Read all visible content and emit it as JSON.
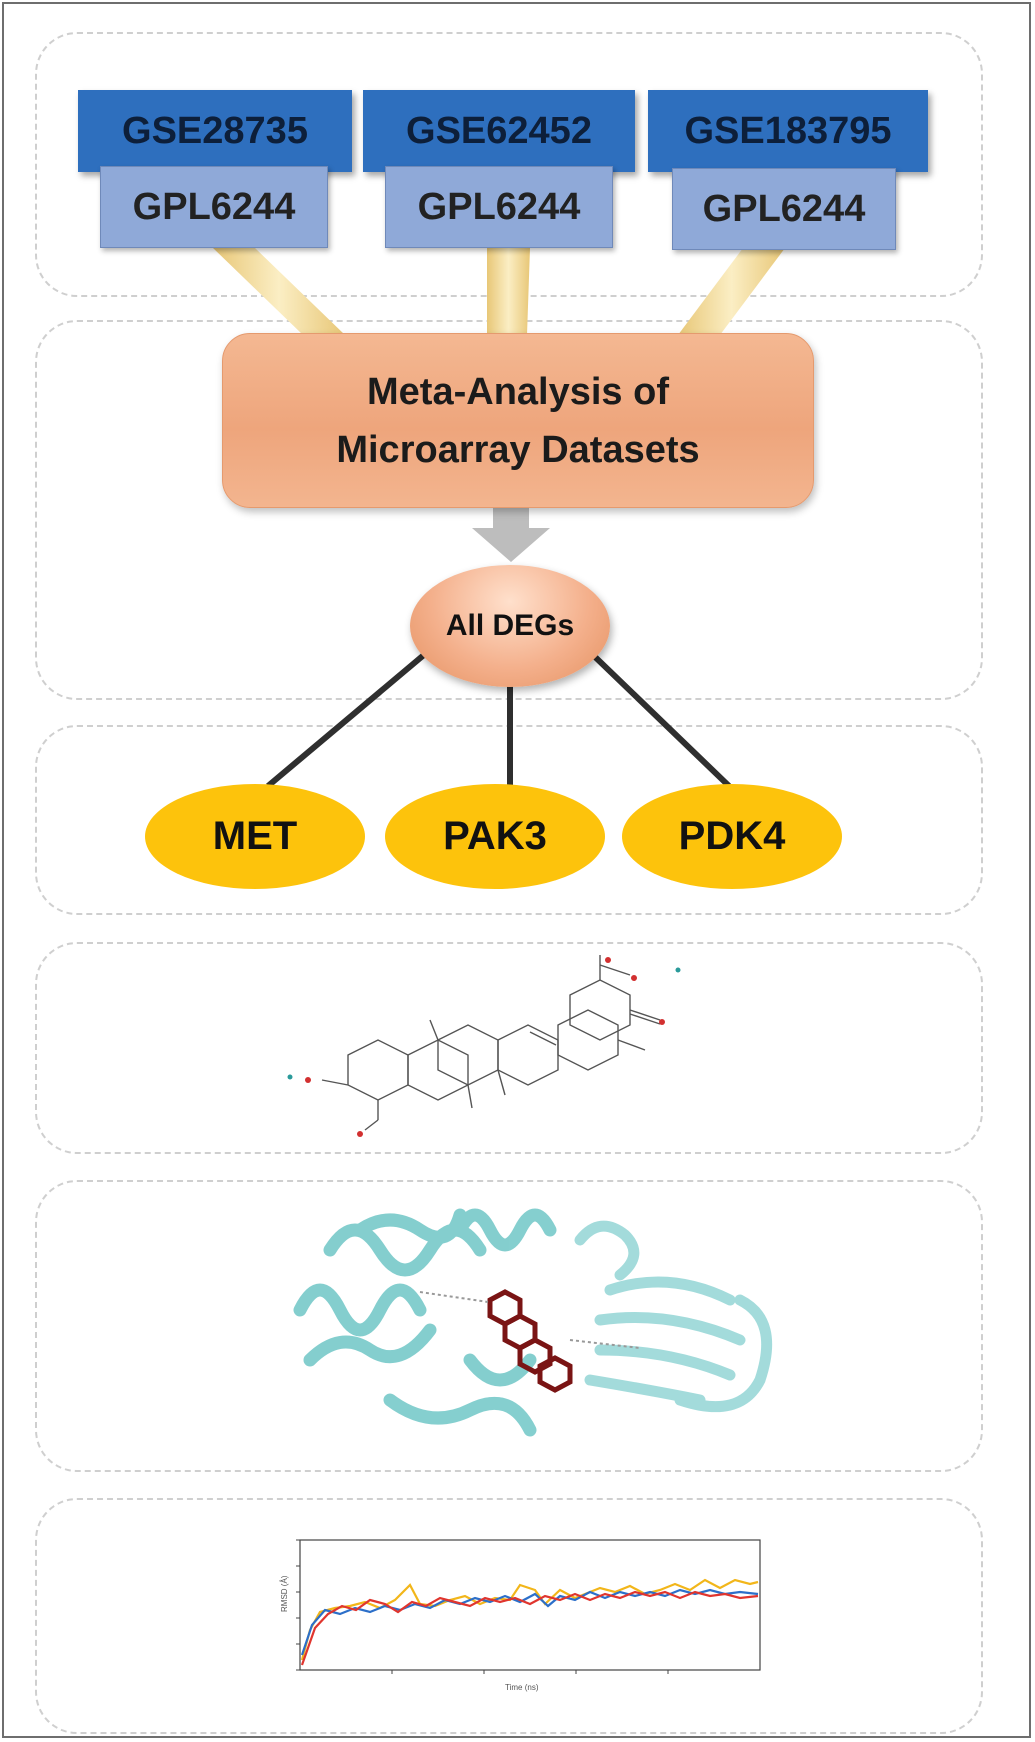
{
  "datasets": [
    {
      "gse": "GSE28735",
      "platform": "GPL6244"
    },
    {
      "gse": "GSE62452",
      "platform": "GPL6244"
    },
    {
      "gse": "GSE183795",
      "platform": "GPL6244"
    }
  ],
  "meta_analysis": {
    "line1": "Meta-Analysis of",
    "line2": "Microarray Datasets"
  },
  "degs": {
    "label": "All DEGs"
  },
  "genes": [
    "MET",
    "PAK3",
    "PDK4"
  ],
  "plot": {
    "ylabel": "RMSD (Å)",
    "xlabel": "Time (ns)"
  },
  "colors": {
    "gse_fill": "#2e6fbe",
    "gpl_fill": "#8fa9d8",
    "connector": "#f2d998",
    "meta_fill": "#eea57c",
    "gene_fill": "#fdc30c",
    "arrow": "#c0c0c0"
  }
}
